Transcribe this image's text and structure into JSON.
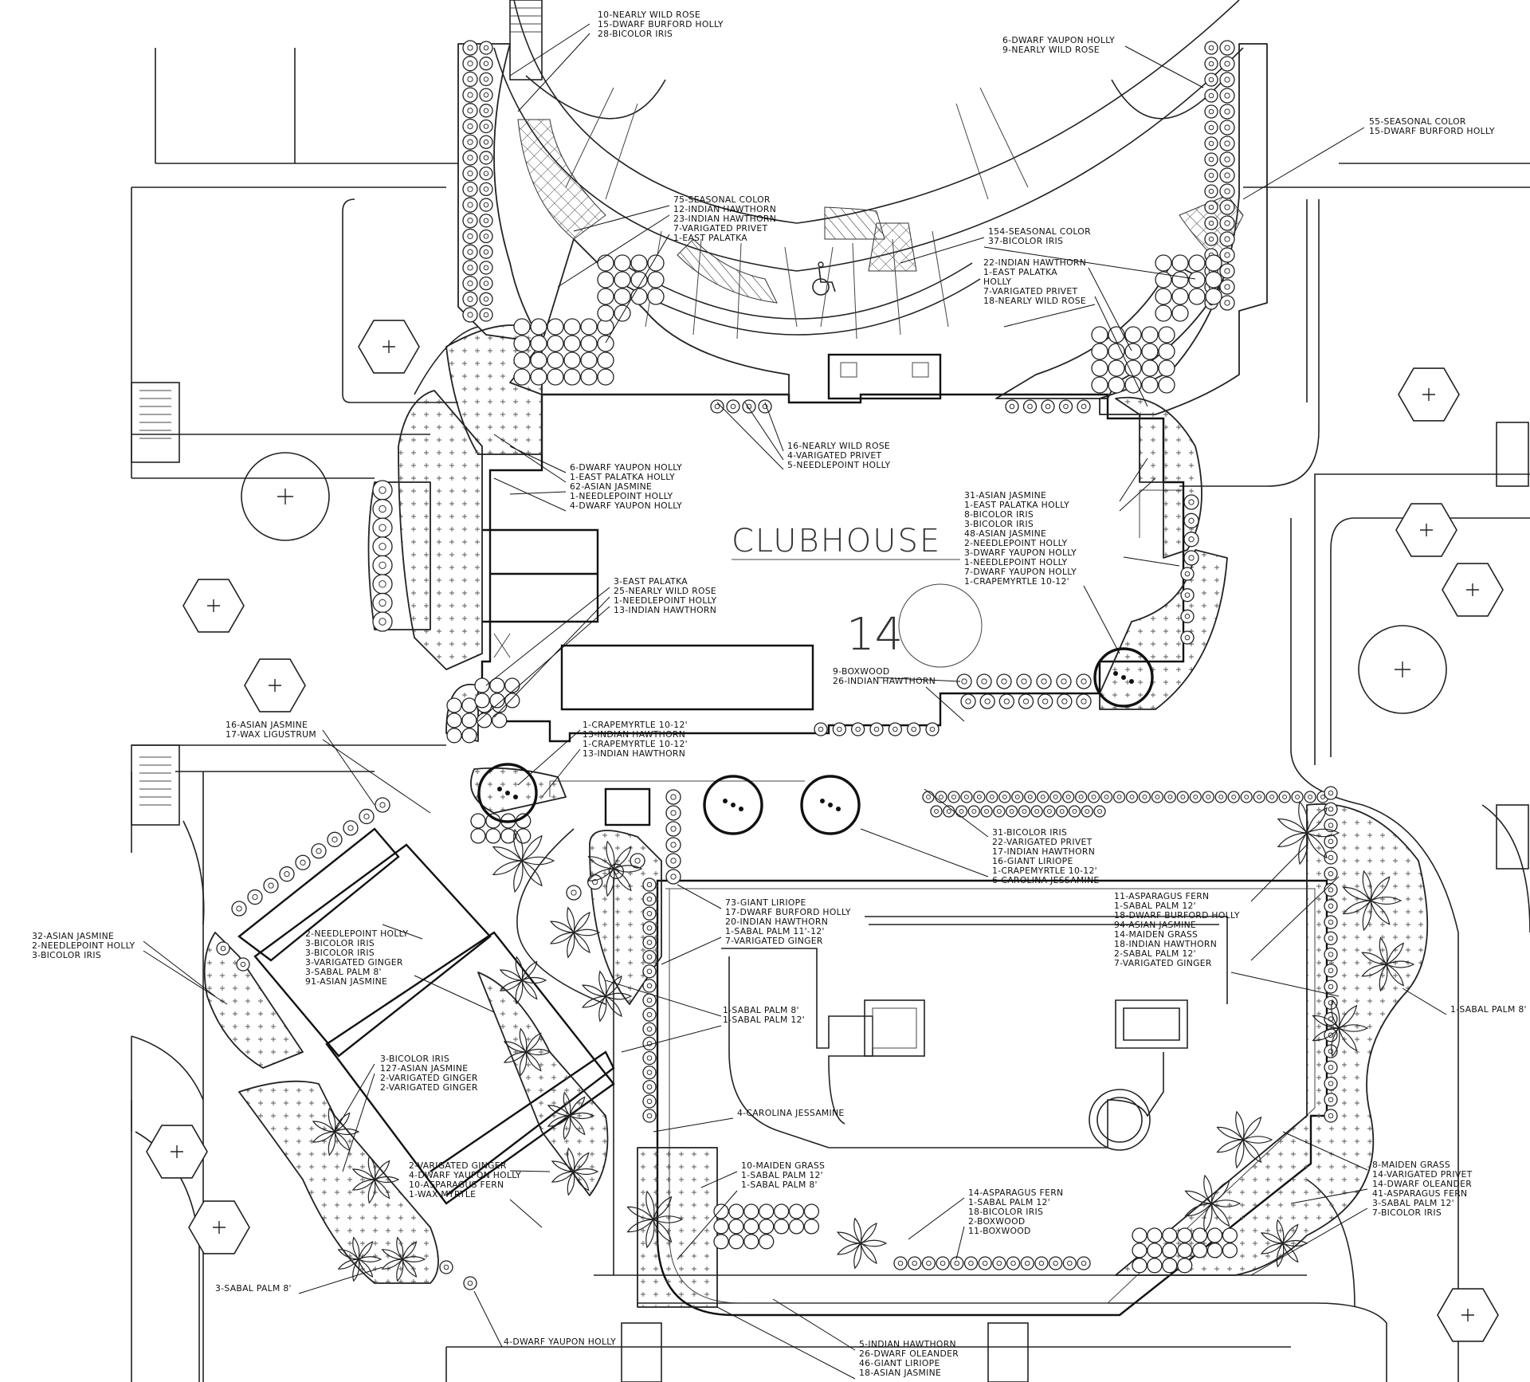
{
  "title": "CLUBHOUSE",
  "lot_number": "14",
  "icons": {
    "accessibility": "wheelchair-symbol-icon",
    "tree": "crosshair-tree-icon"
  },
  "plant_callouts": [
    {
      "id": "nw_top",
      "lines": [
        "10-NEARLY WILD ROSE",
        "15-DWARF BURFORD HOLLY",
        "28-BICOLOR IRIS"
      ]
    },
    {
      "id": "ne_top",
      "lines": [
        "6-DWARF YAUPON HOLLY",
        "9-NEARLY WILD ROSE"
      ]
    },
    {
      "id": "ne_right",
      "lines": [
        "55-SEASONAL COLOR",
        "15-DWARF BURFORD HOLLY"
      ]
    },
    {
      "id": "nw_arc",
      "lines": [
        "75-SEASONAL COLOR",
        "12-INDIAN HAWTHORN",
        "23-INDIAN HAWTHORN",
        "7-VARIGATED PRIVET",
        "1-EAST PALATKA"
      ]
    },
    {
      "id": "center_entry",
      "lines": [
        "154-SEASONAL COLOR",
        "37-BICOLOR IRIS"
      ]
    },
    {
      "id": "ne_arc",
      "lines": [
        "22-INDIAN HAWTHORN",
        "1-EAST PALATKA",
        "HOLLY",
        "7-VARIGATED PRIVET",
        "18-NEARLY WILD ROSE"
      ]
    },
    {
      "id": "front_w",
      "lines": [
        "16-NEARLY WILD ROSE",
        "4-VARIGATED PRIVET",
        "5-NEEDLEPOINT HOLLY"
      ]
    },
    {
      "id": "west_upper",
      "lines": [
        "6-DWARF YAUPON HOLLY",
        "1-EAST PALATKA HOLLY",
        "62-ASIAN JASMINE",
        "1-NEEDLEPOINT HOLLY",
        "4-DWARF YAUPON HOLLY"
      ]
    },
    {
      "id": "east_side",
      "lines": [
        "31-ASIAN JASMINE",
        "1-EAST PALATKA HOLLY",
        "8-BICOLOR IRIS",
        "3-BICOLOR IRIS",
        "48-ASIAN JASMINE",
        "2-NEEDLEPOINT HOLLY",
        "3-DWARF YAUPON HOLLY",
        "1-NEEDLEPOINT HOLLY",
        "7-DWARF YAUPON HOLLY",
        "1-CRAPEMYRTLE 10-12'"
      ]
    },
    {
      "id": "west_mid",
      "lines": [
        "3-EAST PALATKA",
        "25-NEARLY WILD ROSE",
        "1-NEEDLEPOINT HOLLY",
        "13-INDIAN HAWTHORN"
      ]
    },
    {
      "id": "south_bed",
      "lines": [
        "9-BOXWOOD",
        "26-INDIAN HAWTHORN"
      ]
    },
    {
      "id": "wax",
      "lines": [
        "16-ASIAN JASMINE",
        "17-WAX LIGUSTRUM"
      ]
    },
    {
      "id": "crape_pair",
      "lines": [
        "1-CRAPEMYRTLE 10-12'",
        "13-INDIAN HAWTHORN",
        "1-CRAPEMYRTLE 10-12'",
        "13-INDIAN HAWTHORN"
      ]
    },
    {
      "id": "pool_n",
      "lines": [
        "31-BICOLOR IRIS",
        "22-VARIGATED PRIVET",
        "17-INDIAN HAWTHORN",
        "16-GIANT LIRIOPE",
        "1-CRAPEMYRTLE 10-12'",
        "6-CAROLINA JESSAMINE"
      ]
    },
    {
      "id": "pool_nw",
      "lines": [
        "73-GIANT LIRIOPE",
        "17-DWARF BURFORD HOLLY",
        "20-INDIAN HAWTHORN",
        "1-SABAL PALM 11'-12'",
        "7-VARIGATED GINGER"
      ]
    },
    {
      "id": "pool_ne",
      "lines": [
        "11-ASPARAGUS FERN",
        "1-SABAL PALM 12'",
        "18-DWARF BURFORD HOLLY",
        "94-ASIAN JASMINE",
        "14-MAIDEN GRASS",
        "18-INDIAN HAWTHORN",
        "2-SABAL PALM 12'",
        "7-VARIGATED GINGER"
      ]
    },
    {
      "id": "west_bldg",
      "lines": [
        "32-ASIAN JASMINE",
        "2-NEEDLEPOINT HOLLY",
        "3-BICOLOR IRIS"
      ]
    },
    {
      "id": "west_bldg2",
      "lines": [
        "2-NEEDLEPOINT HOLLY",
        "3-BICOLOR IRIS",
        "3-BICOLOR IRIS",
        "3-VARIGATED GINGER",
        "3-SABAL PALM 8'",
        "91-ASIAN JASMINE"
      ]
    },
    {
      "id": "pool_w",
      "lines": [
        "1-SABAL PALM 8'",
        "1-SABAL PALM 12'"
      ]
    },
    {
      "id": "east_palm",
      "lines": [
        "1-SABAL PALM 8'"
      ]
    },
    {
      "id": "west_bldg3",
      "lines": [
        "3-BICOLOR IRIS",
        "127-ASIAN JASMINE",
        "2-VARIGATED GINGER",
        "2-VARIGATED GINGER"
      ]
    },
    {
      "id": "pool_jess",
      "lines": [
        "4-CAROLINA JESSAMINE"
      ]
    },
    {
      "id": "pool_se",
      "lines": [
        "8-MAIDEN GRASS",
        "14-VARIGATED PRIVET",
        "14-DWARF OLEANDER",
        "41-ASPARAGUS FERN",
        "3-SABAL PALM 12'",
        "7-BICOLOR IRIS"
      ]
    },
    {
      "id": "sw_bed",
      "lines": [
        "2-VARIGATED GINGER",
        "4-DWARF YAUPON HOLLY",
        "10-ASPARAGUS FERN",
        "1-WAX MYRTLE"
      ]
    },
    {
      "id": "pool_sw",
      "lines": [
        "10-MAIDEN GRASS",
        "1-SABAL PALM 12'",
        "1-SABAL PALM 8'"
      ]
    },
    {
      "id": "pool_s",
      "lines": [
        "14-ASPARAGUS FERN",
        "1-SABAL PALM 12'",
        "18-BICOLOR IRIS",
        "2-BOXWOOD",
        "11-BOXWOOD"
      ]
    },
    {
      "id": "sw_palm",
      "lines": [
        "3-SABAL PALM 8'"
      ]
    },
    {
      "id": "sw_yaupon",
      "lines": [
        "4-DWARF YAUPON HOLLY"
      ]
    },
    {
      "id": "bottom",
      "lines": [
        "5-INDIAN HAWTHORN",
        "26-DWARF OLEANDER",
        "46-GIANT LIRIOPE",
        "18-ASIAN JASMINE"
      ]
    }
  ]
}
